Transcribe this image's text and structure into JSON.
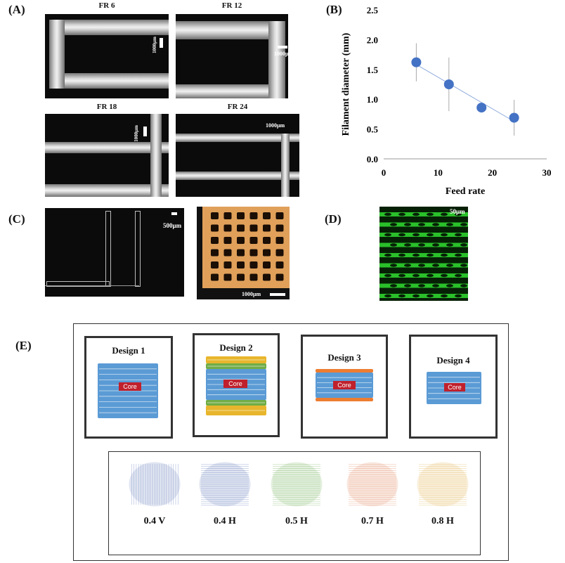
{
  "panels": {
    "a": "(A)",
    "b": "(B)",
    "c": "(C)",
    "d": "(D)",
    "e": "(E)"
  },
  "panel_a": {
    "images": [
      {
        "title": "FR 6",
        "scale": "1000μm"
      },
      {
        "title": "FR 12",
        "scale": "1000μm"
      },
      {
        "title": "FR 18",
        "scale": "1000μm"
      },
      {
        "title": "FR 24",
        "scale": "1000μm"
      }
    ]
  },
  "panel_c": {
    "left_scale": "500μm",
    "right_scale": "1000μm"
  },
  "panel_d": {
    "scale": "50μm"
  },
  "panel_e": {
    "designs": [
      {
        "title": "Design 1",
        "core": "Core"
      },
      {
        "title": "Design 2",
        "core": "Core"
      },
      {
        "title": "Design 3",
        "core": "Core"
      },
      {
        "title": "Design 4",
        "core": "Core"
      }
    ],
    "samples": [
      {
        "label": "0.4 V",
        "color": "#5b74b8"
      },
      {
        "label": "0.4 H",
        "color": "#5b74b8"
      },
      {
        "label": "0.5 H",
        "color": "#6fae55"
      },
      {
        "label": "0.7 H",
        "color": "#e0845a"
      },
      {
        "label": "0.8 H",
        "color": "#e0b04a"
      }
    ]
  },
  "chart_data": {
    "type": "scatter",
    "xlabel": "Feed rate",
    "ylabel": "Filament diameter (mm)",
    "xlim": [
      0,
      30
    ],
    "ylim": [
      0,
      2.5
    ],
    "xticks": [
      "0",
      "10",
      "20",
      "30"
    ],
    "yticks": [
      "0.0",
      "0.5",
      "1.0",
      "1.5",
      "2.0",
      "2.5"
    ],
    "x": [
      6,
      12,
      18,
      24
    ],
    "y": [
      1.62,
      1.25,
      0.86,
      0.69
    ],
    "error": [
      0.32,
      0.45,
      0.06,
      0.3
    ],
    "trendline": true,
    "marker_color": "#4472c4"
  }
}
